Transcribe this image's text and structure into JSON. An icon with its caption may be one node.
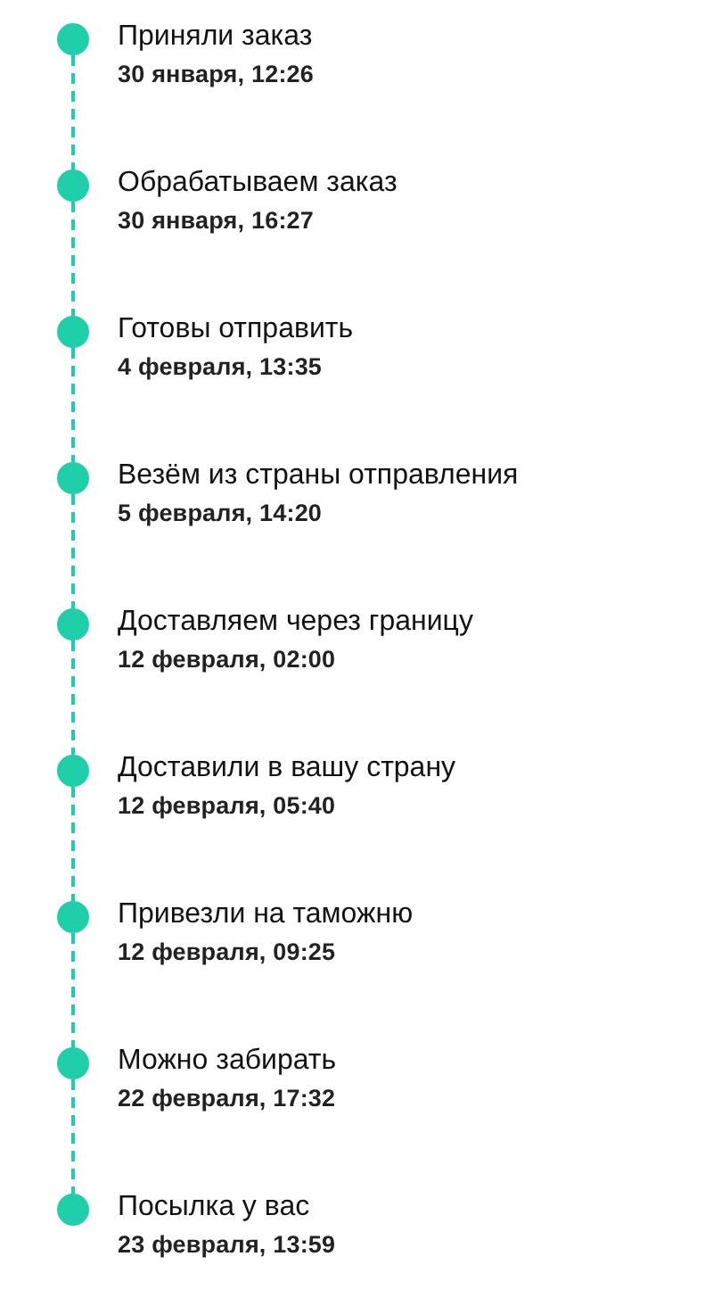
{
  "diagram": {
    "nodes": [
      {
        "text": [],
        "shape": "circle",
        "beside": [
          "Приняли заказ",
          "30 января, 12:26"
        ]
      },
      {
        "text": [],
        "shape": "circle",
        "beside": [
          "Обрабатываем заказ",
          "30 января, 16:27"
        ]
      },
      {
        "text": [],
        "shape": "circle",
        "beside": [
          "Готовы отправить",
          "4 февраля, 13:35"
        ]
      },
      {
        "text": [],
        "shape": "circle",
        "beside": [
          "Везём из страны отправления",
          "5 февраля, 14:20"
        ]
      },
      {
        "text": [],
        "shape": "circle",
        "beside": [
          "Доставляем через границу",
          "12 февраля, 02:00"
        ]
      },
      {
        "text": [],
        "shape": "circle",
        "beside": [
          "Доставили в вашу страну",
          "12 февраля, 05:40"
        ]
      },
      {
        "text": [],
        "shape": "circle",
        "beside": [
          "Привезли на таможню",
          "12 февраля, 09:25"
        ]
      },
      {
        "text": [],
        "shape": "circle",
        "beside": [
          "Можно забирать",
          "22 февраля, 17:32"
        ]
      },
      {
        "text": [],
        "shape": "circle",
        "beside": [
          "Посылка у вас",
          "23 февраля, 13:59"
        ]
      }
    ],
    "edges": [
      {
        "from": 0,
        "to": 1,
        "arrow": "none",
        "style": "dashed"
      },
      {
        "from": 1,
        "to": 2,
        "arrow": "none",
        "style": "dashed"
      },
      {
        "from": 2,
        "to": 3,
        "arrow": "none",
        "style": "dashed"
      },
      {
        "from": 3,
        "to": 4,
        "arrow": "none",
        "style": "dashed"
      },
      {
        "from": 4,
        "to": 5,
        "arrow": "none",
        "style": "dashed"
      },
      {
        "from": 5,
        "to": 6,
        "arrow": "none",
        "style": "dashed"
      },
      {
        "from": 6,
        "to": 7,
        "arrow": "none",
        "style": "dashed"
      },
      {
        "from": 7,
        "to": 8,
        "arrow": "none",
        "style": "dashed"
      }
    ]
  }
}
